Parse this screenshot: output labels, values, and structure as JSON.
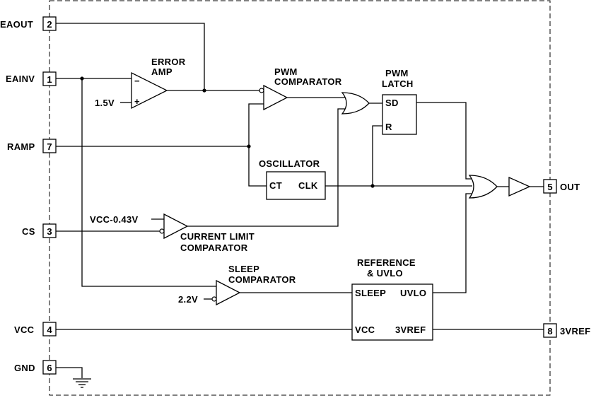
{
  "pins": {
    "eaout": {
      "num": "2",
      "name": "EAOUT"
    },
    "eainv": {
      "num": "1",
      "name": "EAINV"
    },
    "ramp": {
      "num": "7",
      "name": "RAMP"
    },
    "cs": {
      "num": "3",
      "name": "CS"
    },
    "vcc": {
      "num": "4",
      "name": "VCC"
    },
    "gnd": {
      "num": "6",
      "name": "GND"
    },
    "out": {
      "num": "5",
      "name": "OUT"
    },
    "vref": {
      "num": "8",
      "name": "3VREF"
    }
  },
  "blocks": {
    "error_amp": {
      "line1": "ERROR",
      "line2": "AMP",
      "minus": "−",
      "plus": "+"
    },
    "pwm_comparator": {
      "line1": "PWM",
      "line2": "COMPARATOR"
    },
    "pwm_latch": {
      "line1": "PWM",
      "line2": "LATCH",
      "sd": "SD",
      "r": "R"
    },
    "oscillator": {
      "title": "OSCILLATOR",
      "ct": "CT",
      "clk": "CLK"
    },
    "current_limit": {
      "line1": "CURRENT LIMIT",
      "line2": "COMPARATOR"
    },
    "sleep_comparator": {
      "line1": "SLEEP",
      "line2": "COMPARATOR"
    },
    "reference": {
      "line1": "REFERENCE",
      "line2": "& UVLO",
      "sleep": "SLEEP",
      "uvlo": "UVLO",
      "vcc": "VCC",
      "vref": "3VREF"
    }
  },
  "references": {
    "v15": "1.5V",
    "vcc_043": "VCC-0.43V",
    "v22": "2.2V"
  }
}
